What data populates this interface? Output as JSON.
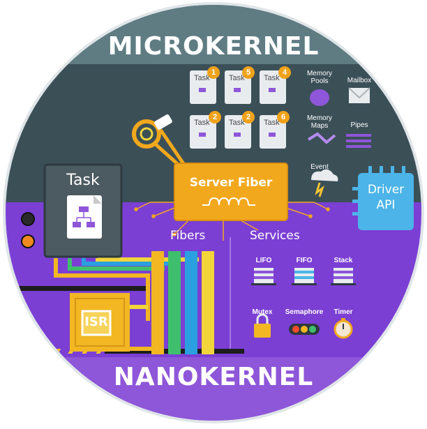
{
  "titles": {
    "top": "MICROKERNEL",
    "bottom": "NANOKERNEL"
  },
  "center": {
    "server_fiber": "Server Fiber",
    "task": "Task",
    "isr": "ISR",
    "driver_api_line1": "Driver",
    "driver_api_line2": "API"
  },
  "sections": {
    "fibers": "Fibers",
    "services": "Services"
  },
  "tasks": [
    {
      "label": "Task",
      "badge": "1"
    },
    {
      "label": "Task",
      "badge": "5"
    },
    {
      "label": "Task",
      "badge": "4"
    },
    {
      "label": "Task",
      "badge": "2"
    },
    {
      "label": "Task",
      "badge": "2"
    },
    {
      "label": "Task",
      "badge": "6"
    }
  ],
  "kernel_objects": [
    {
      "line1": "Memory",
      "line2": "Pools",
      "icon": "brain-icon"
    },
    {
      "line1": "Mailbox",
      "line2": "",
      "icon": "envelope-icon"
    },
    {
      "line1": "Memory",
      "line2": "Maps",
      "icon": "map-icon"
    },
    {
      "line1": "Pipes",
      "line2": "",
      "icon": "pipes-icon"
    },
    {
      "line1": "Event",
      "line2": "",
      "icon": "cloud-lightning-icon"
    }
  ],
  "services": [
    {
      "label": "LIFO",
      "icon": "lifo-stack-icon"
    },
    {
      "label": "FIFO",
      "icon": "fifo-queue-icon"
    },
    {
      "label": "Stack",
      "icon": "stack-icon"
    },
    {
      "label": "Mutex",
      "icon": "padlock-icon"
    },
    {
      "label": "Semaphore",
      "icon": "traffic-light-icon"
    },
    {
      "label": "Timer",
      "icon": "stopwatch-icon"
    }
  ],
  "colors": {
    "microkernel_bg": "#3b4f57",
    "nanokernel_bg": "#7b3fd4",
    "banner": "#5f7c83",
    "bottom_banner": "#8e56d8",
    "server_fiber": "#f2a81d",
    "driver_api": "#4cb4e8",
    "fiber_bars": [
      "#f2b722",
      "#3fbf6e",
      "#2aa0e0",
      "#f2d53a"
    ]
  }
}
